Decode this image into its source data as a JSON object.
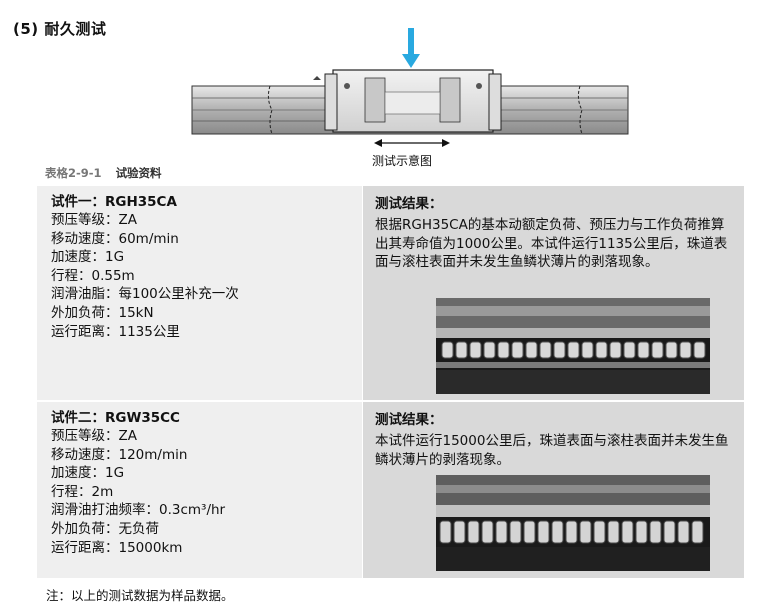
{
  "section": {
    "title": "(5) 耐久测试"
  },
  "diagram": {
    "caption": "测试示意图"
  },
  "table": {
    "number": "表格2-9-1",
    "name": "试验资料"
  },
  "rows": [
    {
      "specimen_title": "试件一：RGH35CA",
      "specs": [
        "预压等级：ZA",
        "移动速度：60m/min",
        "加速度：1G",
        "行程：0.55m",
        "润滑油脂：每100公里补充一次",
        "外加负荷：15kN",
        "运行距离：1135公里"
      ],
      "result_title": "测试结果：",
      "result_text": "根据RGH35CA的基本动额定负荷、预压力与工作负荷推算出其寿命值为1000公里。本试件运行1135公里后，珠道表面与滚柱表面并未发生鱼鳞状薄片的剥落现象。"
    },
    {
      "specimen_title": "试件二：RGW35CC",
      "specs": [
        "预压等级：ZA",
        "移动速度：120m/min",
        "加速度：1G",
        "行程：2m",
        "润滑油打油频率：0.3cm³/hr",
        "外加负荷：无负荷",
        "运行距离：15000km"
      ],
      "result_title": "测试结果：",
      "result_text": "本试件运行15000公里后，珠道表面与滚柱表面并未发生鱼鳞状薄片的剥落现象。"
    }
  ],
  "note": "注：以上的测试数据为样品数据。",
  "colors": {
    "arrow": "#29a9e0",
    "left_cell": "#efefef",
    "right_cell": "#d9d9d9"
  }
}
